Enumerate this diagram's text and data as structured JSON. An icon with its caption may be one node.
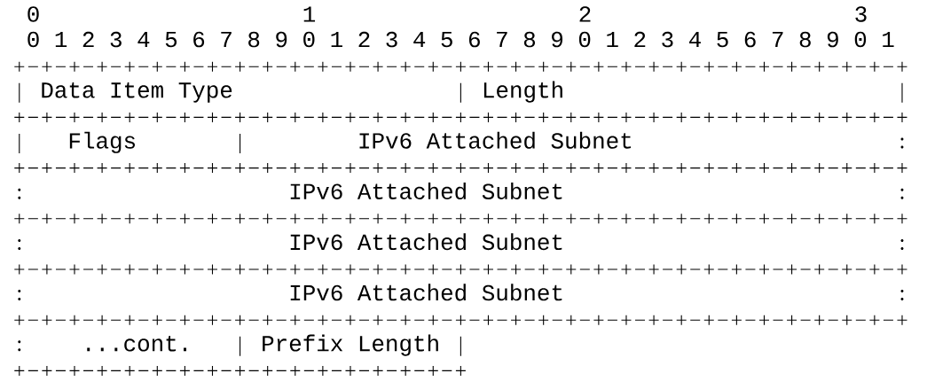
{
  "diagram": {
    "nodes": [
      {
        "text": [
          "Data Item Type"
        ]
      },
      {
        "text": [
          "Length"
        ]
      },
      {
        "text": [
          "Flags"
        ]
      },
      {
        "text": [
          "IPv6 Attached Subnet"
        ]
      },
      {
        "text": [
          "IPv6 Attached Subnet"
        ]
      },
      {
        "text": [
          "IPv6 Attached Subnet"
        ]
      },
      {
        "text": [
          "IPv6 Attached Subnet"
        ]
      },
      {
        "text": [
          "...cont."
        ]
      },
      {
        "text": [
          "Prefix Length"
        ]
      }
    ],
    "labels": [
      "0",
      "1",
      "2",
      "3",
      "0 1 2 3 4 5 6 7 8 9 0 1 2 3 4 5 6 7 8 9 0 1 2 3 4 5 6 7 8 9 0 1"
    ]
  }
}
